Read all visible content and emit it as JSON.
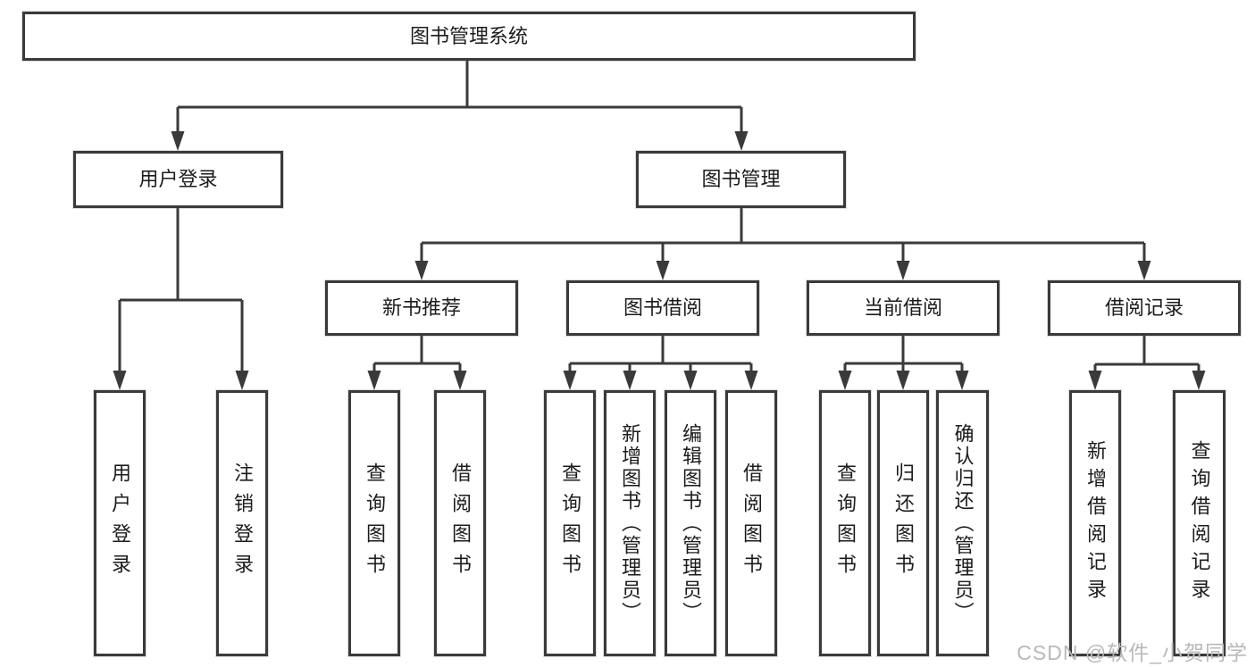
{
  "tree": {
    "root": {
      "label": "图书管理系统"
    },
    "branches": [
      {
        "label": "用户登录",
        "children": [
          {
            "label": "用户登录"
          },
          {
            "label": "注销登录"
          }
        ]
      },
      {
        "label": "图书管理",
        "sections": [
          {
            "label": "新书推荐",
            "children": [
              {
                "label": "查询图书"
              },
              {
                "label": "借阅图书"
              }
            ]
          },
          {
            "label": "图书借阅",
            "children": [
              {
                "label": "查询图书"
              },
              {
                "label": "新增图书（管理员）"
              },
              {
                "label": "编辑图书（管理员）"
              },
              {
                "label": "借阅图书"
              }
            ]
          },
          {
            "label": "当前借阅",
            "children": [
              {
                "label": "查询图书"
              },
              {
                "label": "归还图书"
              },
              {
                "label": "确认归还（管理员）"
              }
            ]
          },
          {
            "label": "借阅记录",
            "children": [
              {
                "label": "新增借阅记录"
              },
              {
                "label": "查询借阅记录"
              }
            ]
          }
        ]
      }
    ]
  },
  "watermark": {
    "text": "CSDN @软件_小贺同学"
  },
  "colors": {
    "line": "#3a3a3a",
    "text": "#1c1c1c",
    "watermark": "#b9b9b9",
    "background": "#ffffff"
  }
}
